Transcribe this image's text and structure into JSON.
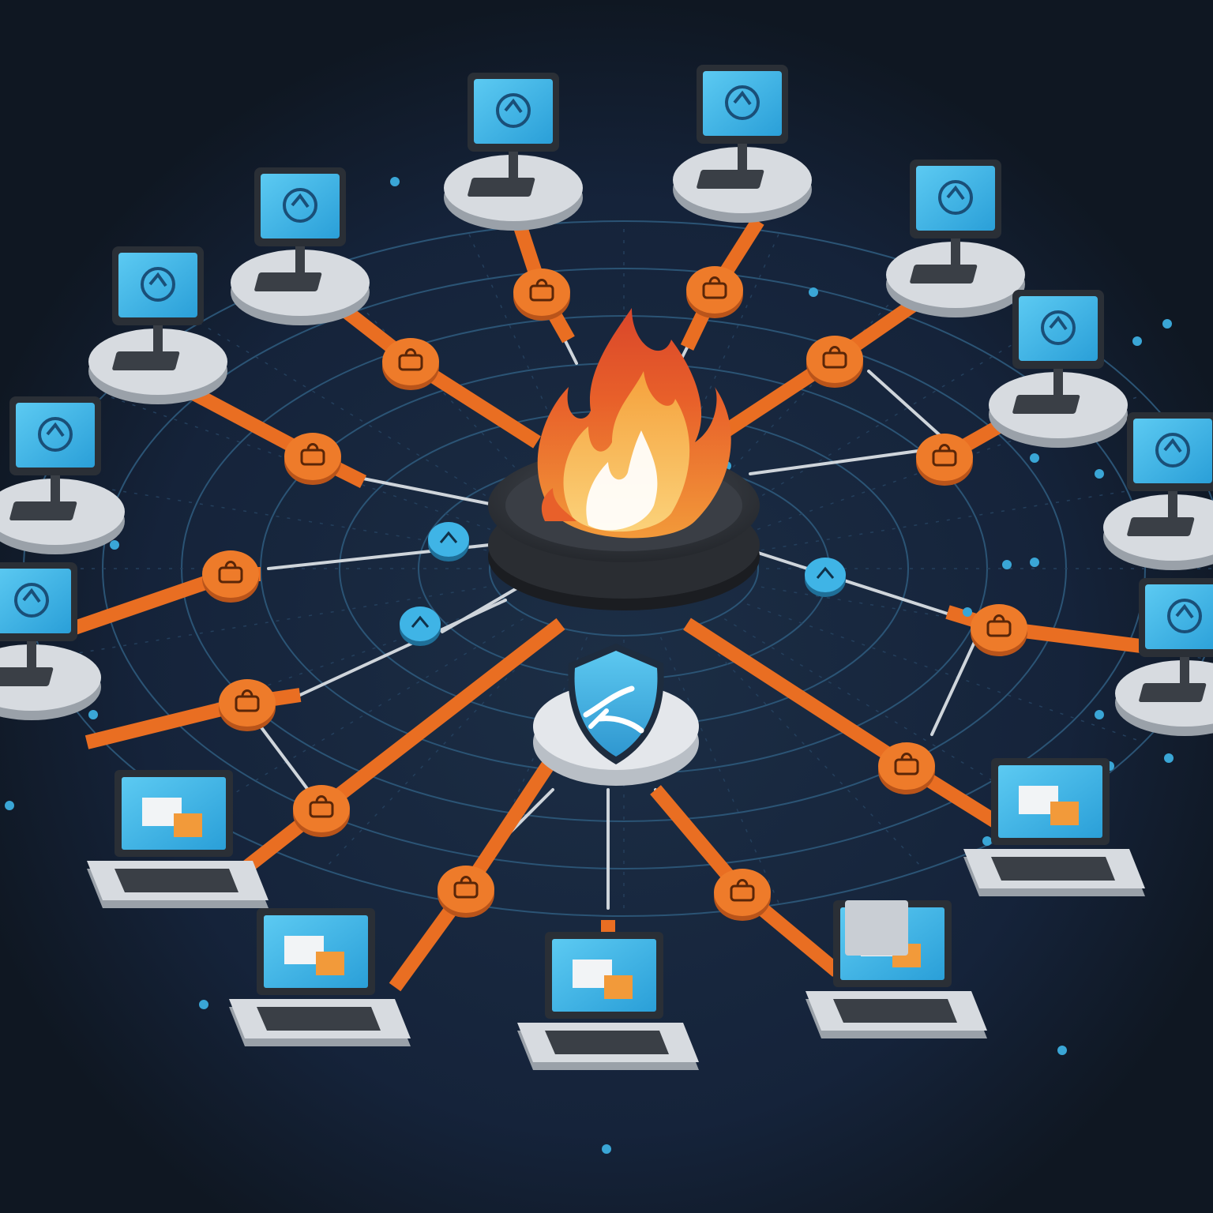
{
  "palette": {
    "background": "#111a26",
    "background_center": "#1c2e45",
    "ring": "#2b5475",
    "connector_orange": "#e96e22",
    "connector_grey": "#cfd5db",
    "node_orange": "#ee7b2a",
    "node_blue": "#3fb4e6",
    "screen_blue": "#44b8e8",
    "device_grey": "#d7dbe0",
    "flame_outer": "#e8602a",
    "flame_inner": "#f8b04a",
    "shield_blue": "#4ab9e6"
  },
  "hub": {
    "icon": "firewall-flame-icon"
  },
  "shield": {
    "icon": "security-shield-icon"
  },
  "devices": [
    {
      "id": "device-1",
      "kind": "desktop",
      "screen_icon": "server-screen-icon"
    },
    {
      "id": "device-2",
      "kind": "desktop",
      "screen_icon": "gauge-screen-icon"
    },
    {
      "id": "device-3",
      "kind": "desktop",
      "screen_icon": "alert-screen-icon"
    },
    {
      "id": "device-4",
      "kind": "desktop",
      "screen_icon": "chart-screen-icon"
    },
    {
      "id": "device-5",
      "kind": "desktop",
      "screen_icon": "alert-screen-icon"
    },
    {
      "id": "device-6",
      "kind": "desktop",
      "screen_icon": "chart-screen-icon"
    },
    {
      "id": "device-7",
      "kind": "desktop",
      "screen_icon": "chart-screen-icon"
    },
    {
      "id": "device-8",
      "kind": "desktop",
      "screen_icon": "chart-screen-icon"
    },
    {
      "id": "device-9",
      "kind": "desktop",
      "screen_icon": "chart-screen-icon"
    },
    {
      "id": "device-10",
      "kind": "desktop",
      "screen_icon": "chart-screen-icon"
    },
    {
      "id": "device-11",
      "kind": "laptop",
      "screen_icon": "window-screen-icon"
    },
    {
      "id": "device-12",
      "kind": "laptop",
      "screen_icon": "chart-screen-icon"
    },
    {
      "id": "device-13",
      "kind": "laptop",
      "screen_icon": "folder-screen-icon"
    },
    {
      "id": "device-14",
      "kind": "laptop",
      "screen_icon": "chart-screen-icon"
    },
    {
      "id": "device-15",
      "kind": "laptop",
      "screen_icon": "chart-screen-icon"
    },
    {
      "id": "device-16",
      "kind": "desktop",
      "screen_icon": "window-screen-icon"
    }
  ],
  "nodes": [
    {
      "id": "node-1",
      "color": "orange",
      "icon": "lock-node-icon"
    },
    {
      "id": "node-2",
      "color": "orange",
      "icon": "lock-node-icon"
    },
    {
      "id": "node-3",
      "color": "orange",
      "icon": "lock-node-icon"
    },
    {
      "id": "node-4",
      "color": "orange",
      "icon": "lock-node-icon"
    },
    {
      "id": "node-5",
      "color": "orange",
      "icon": "lock-node-icon"
    },
    {
      "id": "node-6",
      "color": "orange",
      "icon": "lock-node-icon"
    },
    {
      "id": "node-7",
      "color": "orange",
      "icon": "lock-node-icon"
    },
    {
      "id": "node-8",
      "color": "orange",
      "icon": "lock-node-icon"
    },
    {
      "id": "node-9",
      "color": "orange",
      "icon": "lock-node-icon"
    },
    {
      "id": "node-10",
      "color": "orange",
      "icon": "lock-node-icon"
    },
    {
      "id": "node-11",
      "color": "orange",
      "icon": "lock-node-icon"
    },
    {
      "id": "node-12",
      "color": "orange",
      "icon": "lock-node-icon"
    },
    {
      "id": "node-13",
      "color": "orange",
      "icon": "lock-node-icon"
    },
    {
      "id": "node-14",
      "color": "blue",
      "icon": "bug-node-icon"
    },
    {
      "id": "node-15",
      "color": "blue",
      "icon": "bug-node-icon"
    },
    {
      "id": "node-16",
      "color": "blue",
      "icon": "bug-node-icon"
    }
  ]
}
